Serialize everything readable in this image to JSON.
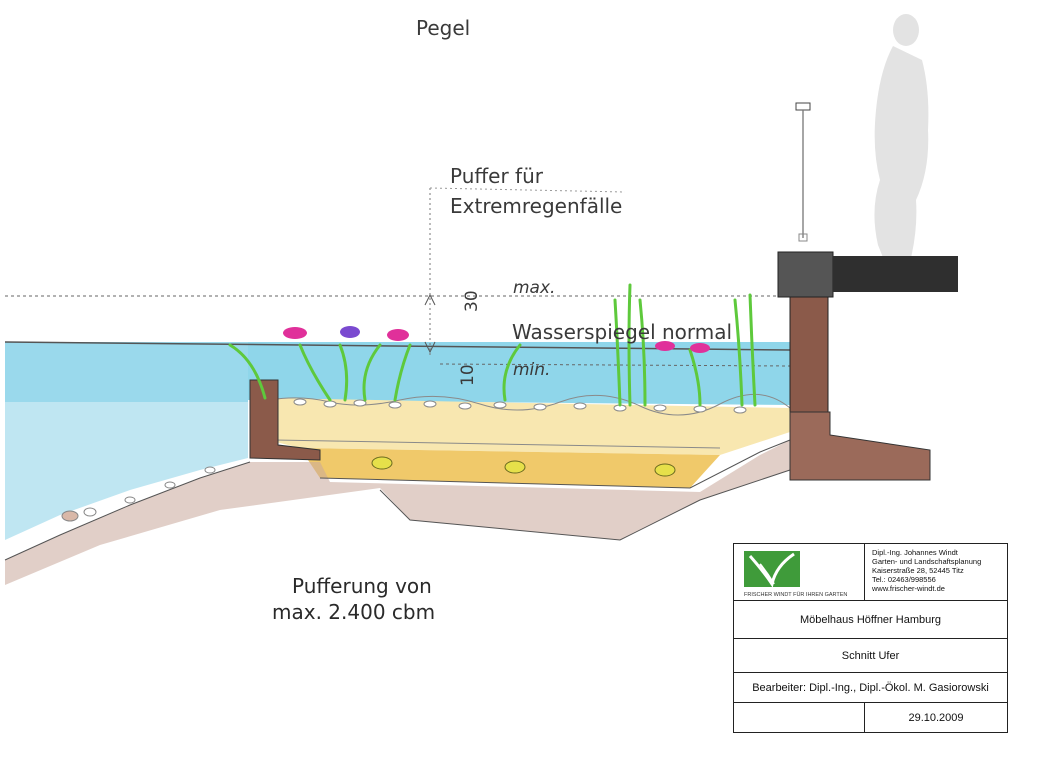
{
  "drawing": {
    "title": "Pegel",
    "buffer_label_line1": "Puffer für",
    "buffer_label_line2": "Extremregenfälle",
    "level_max": "max.",
    "level_normal": "Wasserspiegel normal",
    "level_min": "min.",
    "dim_30": "30",
    "dim_10": "10",
    "capacity_line1": "Pufferung von",
    "capacity_line2": "max. 2.400 cbm"
  },
  "title_block": {
    "logo_text": "FRISCHER WINDT FÜR IHREN GARTEN",
    "address_lines": [
      "Dipl.-Ing. Johannes Windt",
      "Garten- und Landschaftsplanung",
      "Kaiserstraße 28, 52445 Titz",
      "Tel.: 02463/998556",
      "www.frischer-windt.de"
    ],
    "project": "Möbelhaus Höffner Hamburg",
    "drawing_name": "Schnitt Ufer",
    "editor": "Bearbeiter: Dipl.-Ing., Dipl.-Ökol. M. Gasiorowski",
    "date": "29.10.2009"
  },
  "colors": {
    "water": "#8fd6ea",
    "water_deep": "#bfe6f2",
    "sand": "#f5dc8e",
    "substrate": "#f0c96a",
    "soil": "#8b5a4a",
    "wall": "#3b3b3b",
    "plant_green": "#6fd24a",
    "flower_pink": "#e0309a",
    "logo_green": "#3f9b3a"
  }
}
